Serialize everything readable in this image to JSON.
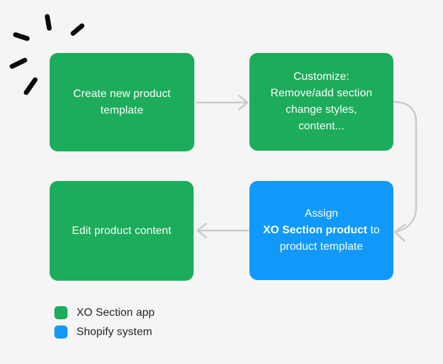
{
  "nodes": {
    "create": {
      "text": "Create new product\ntemplate"
    },
    "customize": {
      "text": "Customize:\nRemove/add section\nchange styles,\ncontent..."
    },
    "assign": {
      "text_before": "Assign\n",
      "text_bold": "XO Section product",
      "text_after": " to\nproduct template"
    },
    "edit": {
      "text": "Edit product content"
    }
  },
  "legend": {
    "items": [
      {
        "label": "XO Section app",
        "color": "#1CAC5B"
      },
      {
        "label": "Shopify system",
        "color": "#1199FA"
      }
    ]
  },
  "colors": {
    "node_green": "#1CAC5B",
    "node_blue": "#1199FA",
    "background": "#F5F5F5",
    "connector_gray": "#CBCBCD",
    "node_text": "#FFFFFF",
    "legend_text": "#202223",
    "sparkle_black": "#0B0B0D"
  }
}
